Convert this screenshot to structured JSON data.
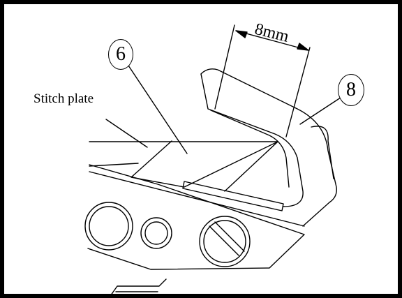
{
  "labels": {
    "stitch_plate": "Stitch plate",
    "part_6": "6",
    "part_8": "8",
    "dimension": "8mm"
  },
  "colors": {
    "line": "#000000",
    "background": "#ffffff"
  }
}
